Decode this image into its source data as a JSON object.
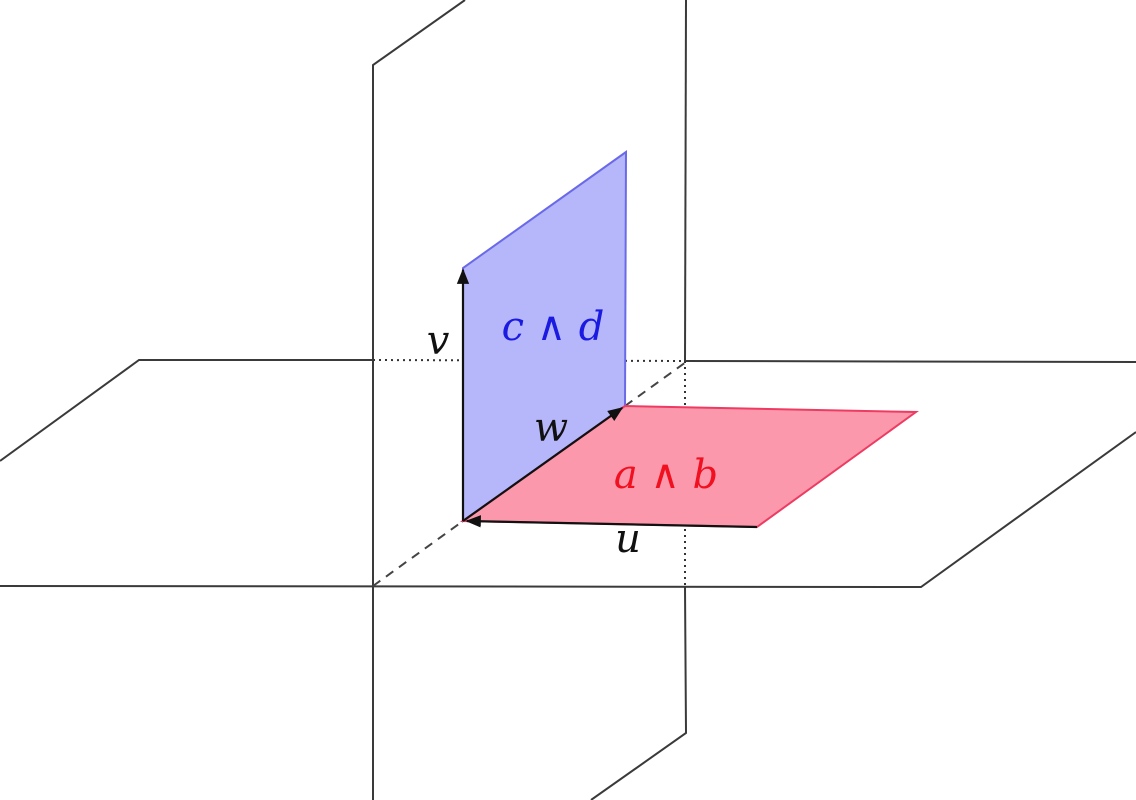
{
  "labels": {
    "blue_plane": "c ∧ d",
    "red_plane": "a ∧ b",
    "vector_u": "u",
    "vector_v": "v",
    "vector_w": "w"
  },
  "colors": {
    "blue_fill": "#b6b6fb",
    "blue_stroke": "#6a6ae8",
    "blue_text": "#1a1ae0",
    "red_fill": "#fc98ac",
    "red_stroke": "#ee3b62",
    "red_text": "#f01020",
    "plane_line": "#3a3a3a"
  }
}
